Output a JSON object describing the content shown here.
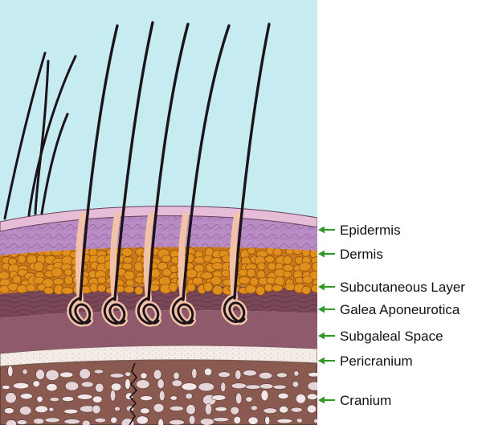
{
  "diagram": {
    "labels": [
      {
        "key": "epidermis",
        "text": "Epidermis"
      },
      {
        "key": "dermis",
        "text": "Dermis"
      },
      {
        "key": "subcutaneous",
        "text": "Subcutaneous Layer"
      },
      {
        "key": "galea",
        "text": "Galea Aponeurotica"
      },
      {
        "key": "subgaleal",
        "text": "Subgaleal Space"
      },
      {
        "key": "pericranium",
        "text": "Pericranium"
      },
      {
        "key": "cranium",
        "text": "Cranium"
      }
    ],
    "colors": {
      "sky": "#c6ecf2",
      "epidermis": "#e6bcd7",
      "dermis": "#b98cc4",
      "fat": "#e08f1d",
      "galea": "#7a4758",
      "subgaleal": "#8f5b6c",
      "pericranium": "#f4ece6",
      "cranium": "#8a5a50",
      "bone_stone": "#e6d5d8",
      "hair": "#1c141a",
      "hair_sheath": "#f1c2a8",
      "arrow": "#2e9a25"
    }
  }
}
